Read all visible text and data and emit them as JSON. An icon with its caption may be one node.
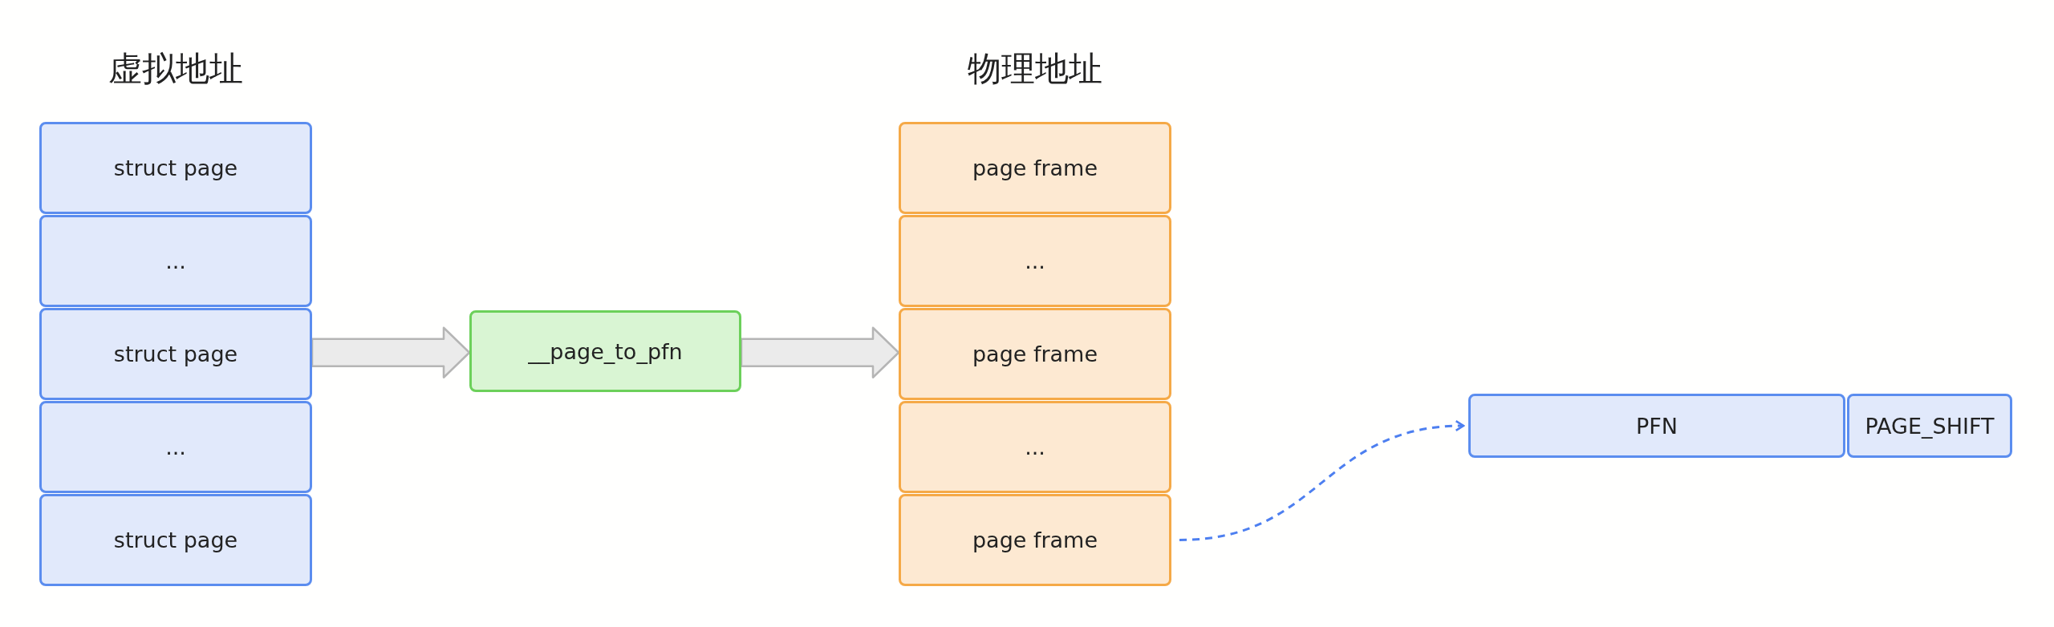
{
  "diagram": {
    "nodes": [
      {
        "text": [
          "struct page"
        ]
      },
      {
        "text": [
          "..."
        ]
      },
      {
        "text": [
          "struct page"
        ]
      },
      {
        "text": [
          "..."
        ]
      },
      {
        "text": [
          "struct page"
        ]
      },
      {
        "text": [
          "__page_to_pfn"
        ]
      },
      {
        "text": [
          "page frame"
        ]
      },
      {
        "text": [
          "..."
        ]
      },
      {
        "text": [
          "page frame"
        ]
      },
      {
        "text": [
          "..."
        ]
      },
      {
        "text": [
          "page frame"
        ]
      },
      {
        "text": [
          "PFN"
        ]
      },
      {
        "text": [
          "PAGE_SHIFT"
        ]
      }
    ],
    "edges": [
      {
        "from": 2,
        "to": 5,
        "arrow": "to"
      },
      {
        "from": 5,
        "to": 8,
        "arrow": "to"
      },
      {
        "from": 10,
        "to": 11,
        "arrow": "to",
        "style": "dashed",
        "color": "#4d7ff0"
      }
    ],
    "labels": [
      "虚拟地址",
      "物理地址"
    ]
  }
}
